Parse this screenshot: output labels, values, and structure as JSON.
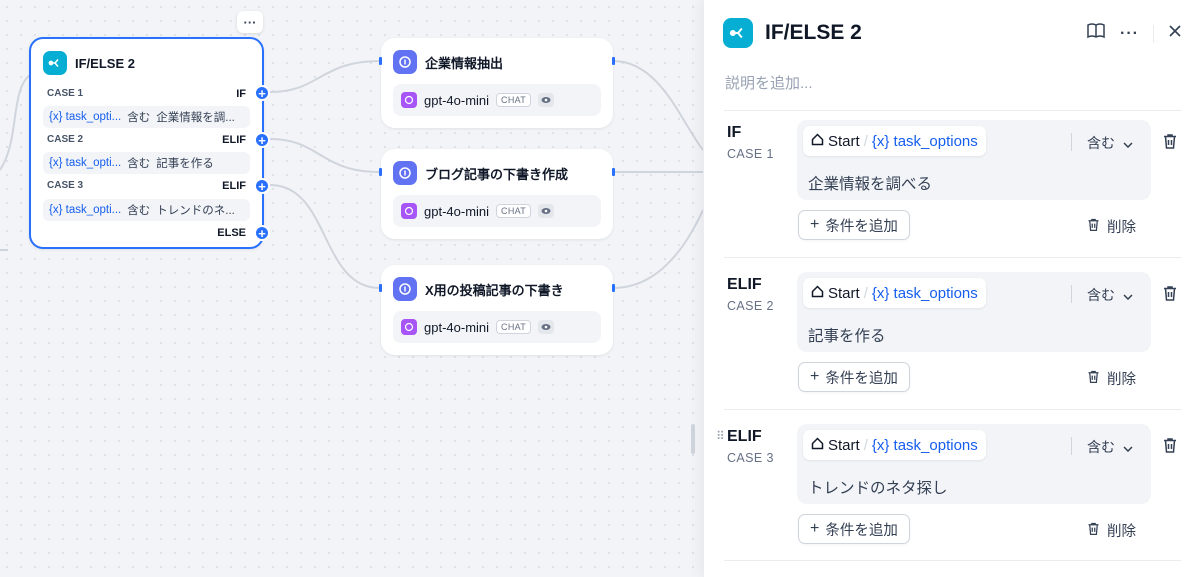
{
  "canvas": {
    "if_node": {
      "title": "IF/ELSE 2",
      "cases": [
        {
          "label": "CASE 1",
          "keyword": "IF",
          "var": "{x} task_opti...",
          "op": "含む",
          "value": "企業情報を調..."
        },
        {
          "label": "CASE 2",
          "keyword": "ELIF",
          "var": "{x} task_opti...",
          "op": "含む",
          "value": "記事を作る"
        },
        {
          "label": "CASE 3",
          "keyword": "ELIF",
          "var": "{x} task_opti...",
          "op": "含む",
          "value": "トレンドのネ..."
        }
      ],
      "else_label": "ELSE",
      "more_label": "···"
    },
    "llm_nodes": [
      {
        "title": "企業情報抽出",
        "model": "gpt-4o-mini",
        "badge": "CHAT"
      },
      {
        "title": "ブログ記事の下書き作成",
        "model": "gpt-4o-mini",
        "badge": "CHAT"
      },
      {
        "title": "X用の投稿記事の下書き",
        "model": "gpt-4o-mini",
        "badge": "CHAT"
      }
    ]
  },
  "panel": {
    "title": "IF/ELSE 2",
    "description_placeholder": "説明を追加...",
    "cases": [
      {
        "keyword": "IF",
        "label": "CASE 1",
        "source": "Start",
        "var": "{x} task_options",
        "op": "含む",
        "value": "企業情報を調べる",
        "add_label": "条件を追加",
        "delete_label": "削除"
      },
      {
        "keyword": "ELIF",
        "label": "CASE 2",
        "source": "Start",
        "var": "{x} task_options",
        "op": "含む",
        "value": "記事を作る",
        "add_label": "条件を追加",
        "delete_label": "削除"
      },
      {
        "keyword": "ELIF",
        "label": "CASE 3",
        "source": "Start",
        "var": "{x} task_options",
        "op": "含む",
        "value": "トレンドのネタ探し",
        "add_label": "条件を追加",
        "delete_label": "削除"
      }
    ]
  },
  "colors": {
    "accent": "#2970ff",
    "ifelse_icon": "#06aed4",
    "llm_icon": "#6172f3",
    "variable": "#155eef"
  },
  "icons": [
    "branch-icon",
    "llm-icon",
    "openai-icon",
    "eye-icon",
    "book-icon",
    "more-icon",
    "close-icon",
    "trash-icon",
    "plus-icon",
    "home-icon",
    "chevron-down-icon",
    "drag-handle-icon"
  ]
}
